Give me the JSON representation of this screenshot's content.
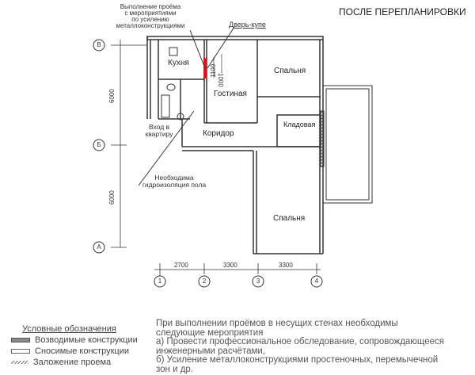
{
  "title": "ПОСЛЕ ПЕРЕПЛАНИРОВКИ",
  "rooms": {
    "kitchen": "Кухня",
    "living": "Гостиная",
    "bedroom1": "Спальня",
    "bedroom2": "Спальня",
    "storage": "Кладовая",
    "corridor": "Коридор"
  },
  "annotations": {
    "opening": [
      "Выполнение проёма",
      "с мероприятиями",
      "по усилению",
      "металлоконструкциями"
    ],
    "door": "Дверь-купе",
    "entrance": [
      "Вход в",
      "квартиру"
    ],
    "waterproof": [
      "Необходима",
      "гидроизоляция пола"
    ],
    "dim_1100": "1100",
    "dim_1000": "1000"
  },
  "axes": {
    "rows": [
      "В",
      "Б",
      "А"
    ],
    "row_dims": [
      "6000",
      "6000"
    ],
    "cols": [
      "1",
      "2",
      "3",
      "4"
    ],
    "col_dims": [
      "2700",
      "3300",
      "3300"
    ]
  },
  "legend": {
    "heading": "Условные   обозначения",
    "items": [
      "Возводимые конструкции",
      "Сносимые    конструкции",
      "Заложение проема"
    ]
  },
  "notes": [
    "При выполнении проёмов в несущих стенах необходимы",
    "следующие мероприятия",
    "а) Провести профессиональное обследование, сопровождающееся",
    "инженерными расчётами,",
    "б) Усиление металлоконструкциями простеночных, перемычечной",
    "зон и др."
  ],
  "colors": {
    "new_wall": "#e0141e",
    "line": "#333333"
  }
}
